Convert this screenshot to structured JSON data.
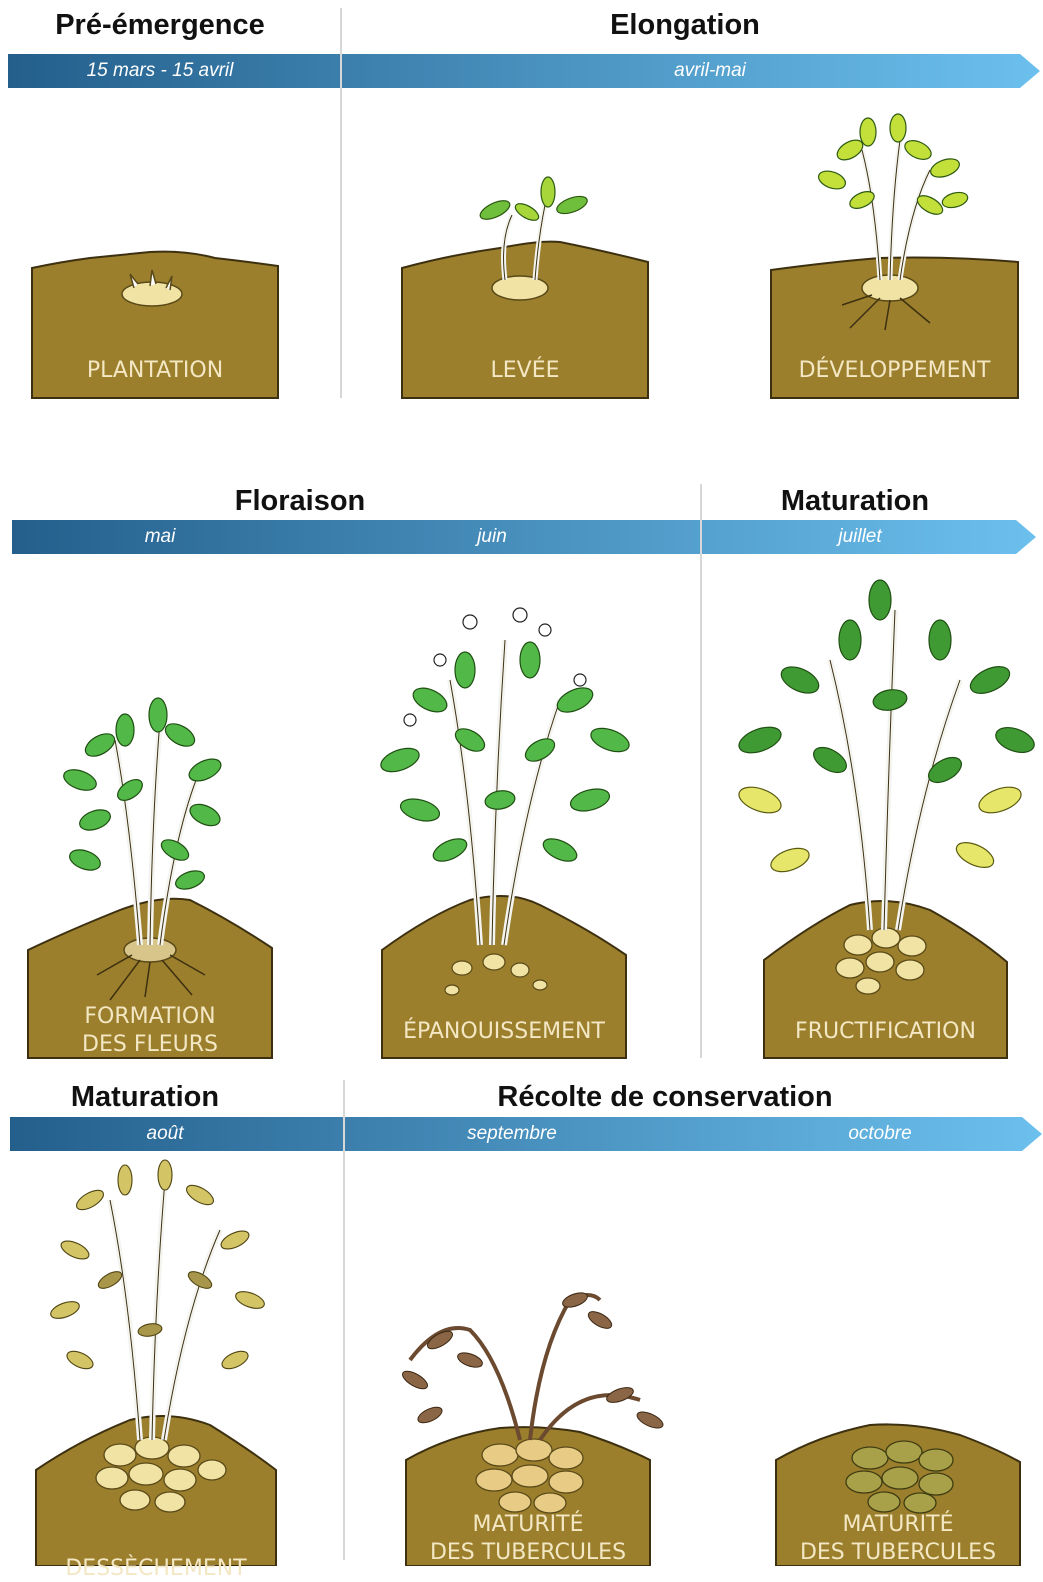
{
  "colors": {
    "band_dark": "#245f8c",
    "band_light": "#6cc0ee",
    "soil": "#9b7f2c",
    "soil_dark": "#6b5519",
    "leaf_green": "#3aa835",
    "leaf_light": "#c3df3a",
    "leaf_yellow": "#e6e66a",
    "leaf_dry": "#b9a255",
    "leaf_dead": "#8a6646",
    "tuber": "#f1e3a3"
  },
  "rows": [
    {
      "phases": [
        "Pré-émergence",
        "Elongation"
      ],
      "months": [
        "15 mars - 15 avril",
        "avril-mai"
      ],
      "stages": [
        "PLANTATION",
        "LEVÉE",
        "DÉVELOPPEMENT"
      ]
    },
    {
      "phases": [
        "Floraison",
        "Maturation"
      ],
      "months": [
        "mai",
        "juin",
        "juillet"
      ],
      "stages": [
        [
          "FORMATION",
          "DES FLEURS"
        ],
        "ÉPANOUISSEMENT",
        "FRUCTIFICATION"
      ]
    },
    {
      "phases": [
        "Maturation",
        "Récolte de conservation"
      ],
      "months": [
        "août",
        "septembre",
        "octobre"
      ],
      "stages": [
        "DESSÈCHEMENT",
        [
          "MATURITÉ",
          "DES TUBERCULES"
        ],
        [
          "MATURITÉ",
          "DES TUBERCULES"
        ]
      ]
    }
  ]
}
